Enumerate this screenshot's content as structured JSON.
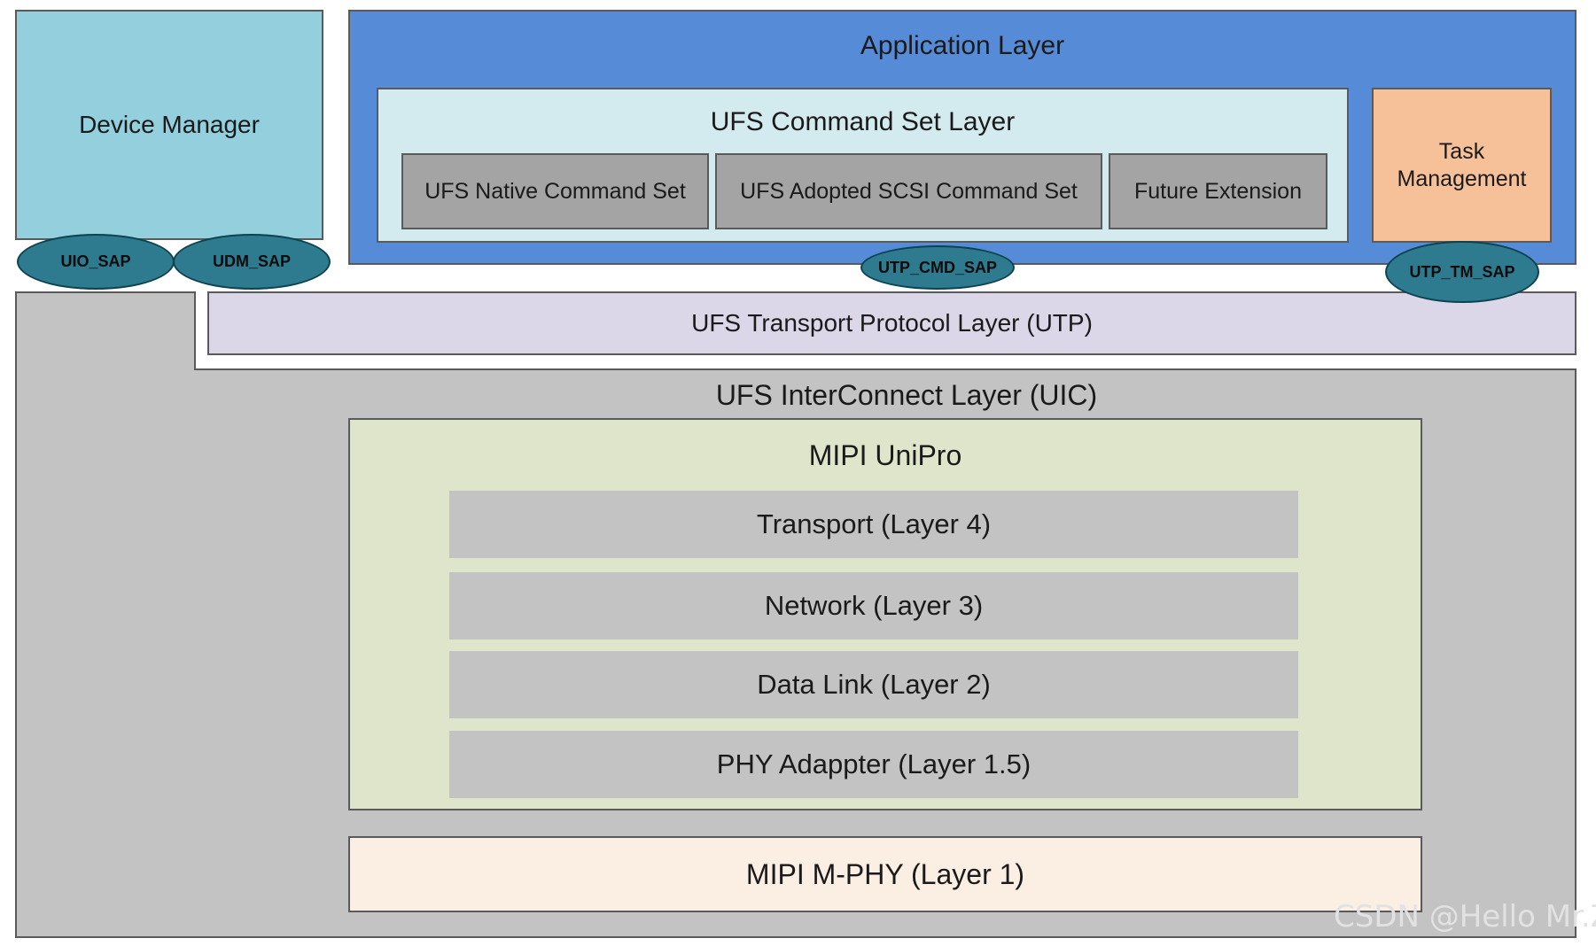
{
  "device_manager": {
    "label": "Device Manager"
  },
  "application_layer": {
    "label": "Application Layer",
    "command_set_layer": {
      "label": "UFS Command Set Layer",
      "items": [
        "UFS Native Command Set",
        "UFS Adopted SCSI Command Set",
        "Future Extension"
      ]
    },
    "task_management": {
      "label_line1": "Task",
      "label_line2": "Management"
    }
  },
  "saps": {
    "uio": "UIO_SAP",
    "udm": "UDM_SAP",
    "utp_cmd": "UTP_CMD_SAP",
    "utp_tm": "UTP_TM_SAP"
  },
  "utp_layer": {
    "label": "UFS Transport Protocol Layer (UTP)"
  },
  "uic_layer": {
    "label": "UFS InterConnect Layer (UIC)",
    "unipro": {
      "label": "MIPI UniPro",
      "layers": [
        "Transport (Layer 4)",
        "Network (Layer 3)",
        "Data Link (Layer 2)",
        "PHY Adappter (Layer 1.5)"
      ]
    },
    "mphy": {
      "label": "MIPI M-PHY (Layer 1)"
    }
  },
  "watermark": "CSDN @Hello Mr.Z",
  "colors": {
    "device_manager": "#93cfdc",
    "application_layer": "#568bd8",
    "command_set_layer": "#d3eaef",
    "command_box": "#a4a4a4",
    "task_management": "#f6c199",
    "sap": "#2e7a8f",
    "uic_layer": "#c3c3c3",
    "utp_layer": "#dcd7e8",
    "unipro": "#dfe5cb",
    "mphy": "#fbeee3"
  }
}
